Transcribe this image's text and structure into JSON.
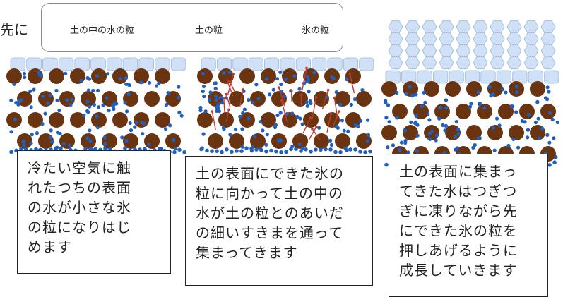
{
  "leftover_text": "先に",
  "legend": {
    "water_particle": "土の中の水の粒",
    "soil_particle": "土の粒",
    "ice_particle": "氷の粒"
  },
  "panels": [
    {
      "caption": "冷たい空気に触\nれたつちの表面\nの水が小さな氷\nの粒になりはじ\nめます"
    },
    {
      "caption": "土の表面にできた氷の\n粒に向かって土の中の\n水が土の粒とのあいだ\nの細いすきまを通って\n集まってきます"
    },
    {
      "caption": "土の表面に集まっ\nてきた水はつぎつ\nぎに凍りながら先\nにできた氷の粒を\n押しあげるように\n成長していきます"
    }
  ],
  "colors": {
    "water": "#1f5fbf",
    "soil": "#6b3410",
    "ice": "#cfe0f7",
    "ice_stroke": "#9fb8d8",
    "arrow": "#c0392b"
  },
  "icons": [
    "water-particle-icon",
    "soil-particle-icon",
    "ice-particle-icon",
    "upward-arrow-icon"
  ]
}
